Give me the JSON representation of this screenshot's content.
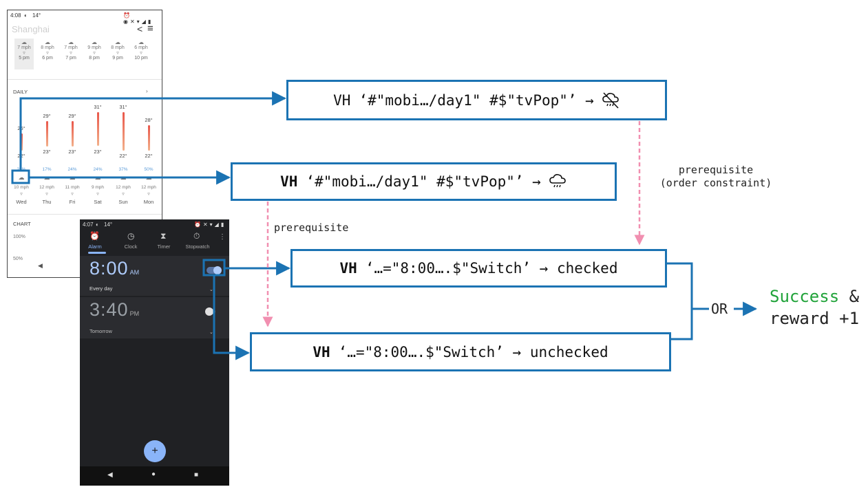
{
  "weather_phone": {
    "status_time": "4:08",
    "status_temp": "14°",
    "title": "Shanghai",
    "hourly": [
      {
        "wind": "7 mph",
        "time": "5 pm"
      },
      {
        "wind": "8 mph",
        "time": "6 pm"
      },
      {
        "wind": "7 mph",
        "time": "7 pm"
      },
      {
        "wind": "9 mph",
        "time": "8 pm"
      },
      {
        "wind": "8 mph",
        "time": "9 pm"
      },
      {
        "wind": "6 mph",
        "time": "10 pm"
      }
    ],
    "daily_label": "DAILY",
    "daily": [
      {
        "high": "26°",
        "low": "22°",
        "rain": "28%",
        "wind": "10 mph",
        "day": "Wed",
        "h": 26,
        "l": 22
      },
      {
        "high": "29°",
        "low": "23°",
        "rain": "17%",
        "wind": "12 mph",
        "day": "Thu",
        "h": 29,
        "l": 23
      },
      {
        "high": "29°",
        "low": "23°",
        "rain": "24%",
        "wind": "11 mph",
        "day": "Fri",
        "h": 29,
        "l": 23
      },
      {
        "high": "31°",
        "low": "23°",
        "rain": "24%",
        "wind": "9 mph",
        "day": "Sat",
        "h": 31,
        "l": 23
      },
      {
        "high": "31°",
        "low": "22°",
        "rain": "37%",
        "wind": "12 mph",
        "day": "Sun",
        "h": 31,
        "l": 22
      },
      {
        "high": "28°",
        "low": "22°",
        "rain": "50%",
        "wind": "12 mph",
        "day": "Mon",
        "h": 28,
        "l": 22
      }
    ],
    "chart_label": "CHART",
    "chart_pct_100": "100%",
    "chart_pct_50": "50%"
  },
  "alarm_phone": {
    "status_time": "4:07",
    "status_temp": "14°",
    "tabs": [
      "Alarm",
      "Clock",
      "Timer",
      "Stopwatch"
    ],
    "alarm1": {
      "time": "8:00",
      "ampm": "AM",
      "repeat": "Every day",
      "enabled": true
    },
    "alarm2": {
      "time": "3:40",
      "ampm": "PM",
      "repeat": "Tomorrow",
      "enabled": false
    },
    "fab": "+"
  },
  "diagram": {
    "box_top": {
      "prefix": "VH",
      "text": "‘#\"mobi…/day1\" #$\"tvPop\"’ →"
    },
    "box_mid": {
      "prefix": "VH",
      "text": "‘#\"mobi…/day1\" #$\"tvPop\"’ →"
    },
    "box_checked": {
      "prefix": "VH",
      "text": "‘…=\"8:00….$\"Switch’ → checked"
    },
    "box_unchecked": {
      "prefix": "VH",
      "text": "‘…=\"8:00….$\"Switch’ → unchecked"
    },
    "label_prereq_left": "prerequisite",
    "label_prereq_right_1": "prerequisite",
    "label_prereq_right_2": "(order constraint)",
    "or_label": "OR",
    "success_word": "Success",
    "success_amp": " &",
    "reward": "reward +1",
    "colors": {
      "arrow": "#1b73b3",
      "prereq": "#f18fb0",
      "success": "#21a33a"
    }
  }
}
